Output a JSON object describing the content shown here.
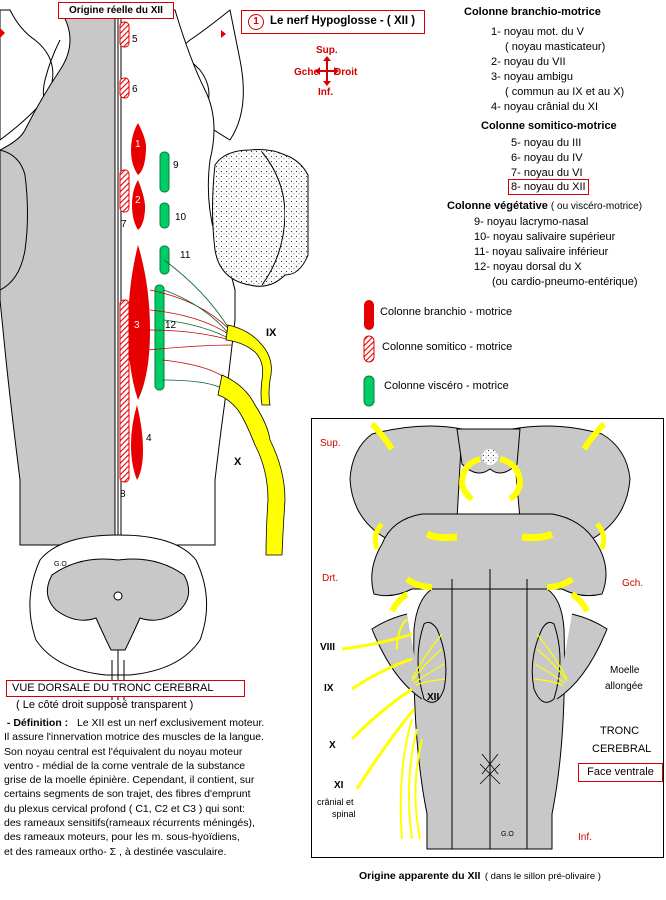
{
  "colors": {
    "brainstem_gray": "#c8c8c8",
    "branchio_red": "#e60000",
    "viscero_green": "#00cc66",
    "nerve_yellow": "#ffff00",
    "accent_red": "#d40000"
  },
  "header": {
    "origin_real": "Origine réelle du XII",
    "title_num": "1",
    "title": "Le nerf Hypoglosse - ( XII )"
  },
  "orientation": {
    "up": "Sup.",
    "down": "Inf.",
    "left": "Gche",
    "right": "Droit"
  },
  "columns": {
    "branchio_title": "Colonne branchio-motrice",
    "branchio_items": [
      "1- noyau mot. du V",
      "( noyau masticateur)",
      "2- noyau du VII",
      "3- noyau ambigu",
      "( commun au IX et au X)",
      "4- noyau crânial du XI"
    ],
    "somitic_title": "Colonne somitico-motrice",
    "somitic_items": [
      "5- noyau du III",
      "6- noyau du IV",
      "7- noyau du VI",
      "8- noyau du XII"
    ],
    "veg_title": "Colonne végétative",
    "veg_sub": "( ou viscéro-motrice)",
    "veg_items": [
      "9- noyau lacrymo-nasal",
      "10- noyau salivaire supérieur",
      "11- noyau salivaire inférieur",
      "12- noyau dorsal du X",
      "(ou cardio-pneumo-entérique)"
    ]
  },
  "legend": [
    "Colonne branchio - motrice",
    "Colonne somitico - motrice",
    "Colonne viscéro - motrice"
  ],
  "dorsal_labels": {
    "n5": "5",
    "n6": "6",
    "n1": "1",
    "n2": "2",
    "n7": "7",
    "n3": "3",
    "n4": "4",
    "n8": "8",
    "n9": "9",
    "n10": "10",
    "n11": "11",
    "n12": "12",
    "nerve9": "IX",
    "nerve10": "X",
    "sig": "G.O"
  },
  "dorsal_view": {
    "title": "VUE DORSALE DU TRONC CEREBRAL",
    "subtitle": "( Le côté droit supposé transparent )"
  },
  "definition": {
    "label": "- Définition :",
    "lines": [
      "Le XII est un nerf exclusivement moteur.",
      "Il assure l'innervation motrice des muscles de la langue.",
      "Son noyau central est l'équivalent du noyau moteur",
      "ventro -  médial de la corne ventrale de la substance",
      "grise de la moelle épinière. Cependant, il contient, sur",
      "certains segments de son trajet, des fibres d'emprunt",
      "du plexus cervical profond ( C1, C2 et C3 )  qui sont:",
      "des rameaux sensitifs(rameaux récurrents méningés),",
      "des rameaux moteurs,  pour les m. sous-hyoïdiens,",
      "et des  rameaux ortho- Σ , à destinée vasculaire."
    ]
  },
  "ventral_view": {
    "sup": "Sup.",
    "inf": "Inf.",
    "drt": "Drt.",
    "gch": "Gch.",
    "n8": "VIII",
    "n9": "IX",
    "n10": "X",
    "n11": "XI",
    "n11_sub1": "crânial et",
    "n11_sub2": "spinal",
    "n12": "XII",
    "moelle1": "Moelle",
    "moelle2": "allongée",
    "tronc1": "TRONC",
    "tronc2": "CEREBRAL",
    "face": "Face ventrale",
    "sig": "G.O"
  },
  "footer": {
    "origin_apparent": "Origine apparente du XII",
    "origin_note": "( dans le sillon pré-olivaire )"
  }
}
